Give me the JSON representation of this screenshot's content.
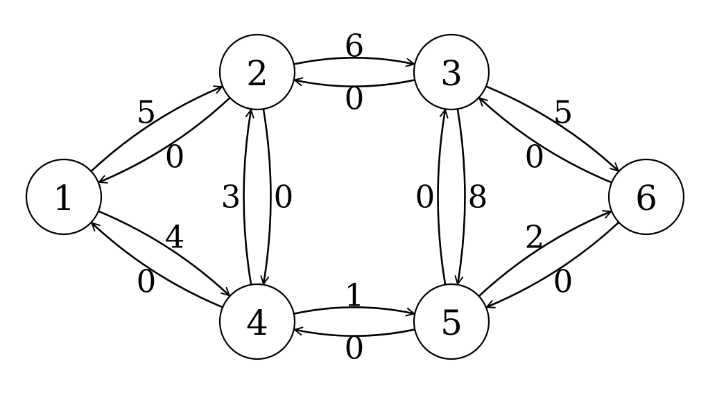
{
  "graph": {
    "nodes": [
      {
        "id": "1",
        "label": "1"
      },
      {
        "id": "2",
        "label": "2"
      },
      {
        "id": "3",
        "label": "3"
      },
      {
        "id": "4",
        "label": "4"
      },
      {
        "id": "5",
        "label": "5"
      },
      {
        "id": "6",
        "label": "6"
      }
    ],
    "edges": [
      {
        "from": "1",
        "to": "2",
        "label": "5"
      },
      {
        "from": "2",
        "to": "1",
        "label": "0"
      },
      {
        "from": "1",
        "to": "4",
        "label": "4"
      },
      {
        "from": "4",
        "to": "1",
        "label": "0"
      },
      {
        "from": "2",
        "to": "3",
        "label": "6"
      },
      {
        "from": "3",
        "to": "2",
        "label": "0"
      },
      {
        "from": "4",
        "to": "2",
        "label": "3"
      },
      {
        "from": "2",
        "to": "4",
        "label": "0"
      },
      {
        "from": "4",
        "to": "5",
        "label": "1"
      },
      {
        "from": "5",
        "to": "4",
        "label": "0"
      },
      {
        "from": "5",
        "to": "3",
        "label": "0"
      },
      {
        "from": "3",
        "to": "5",
        "label": "8"
      },
      {
        "from": "3",
        "to": "6",
        "label": "5"
      },
      {
        "from": "6",
        "to": "3",
        "label": "0"
      },
      {
        "from": "5",
        "to": "6",
        "label": "2"
      },
      {
        "from": "6",
        "to": "5",
        "label": "0"
      }
    ]
  },
  "colors": {
    "stroke": "#000000",
    "background": "#ffffff"
  }
}
